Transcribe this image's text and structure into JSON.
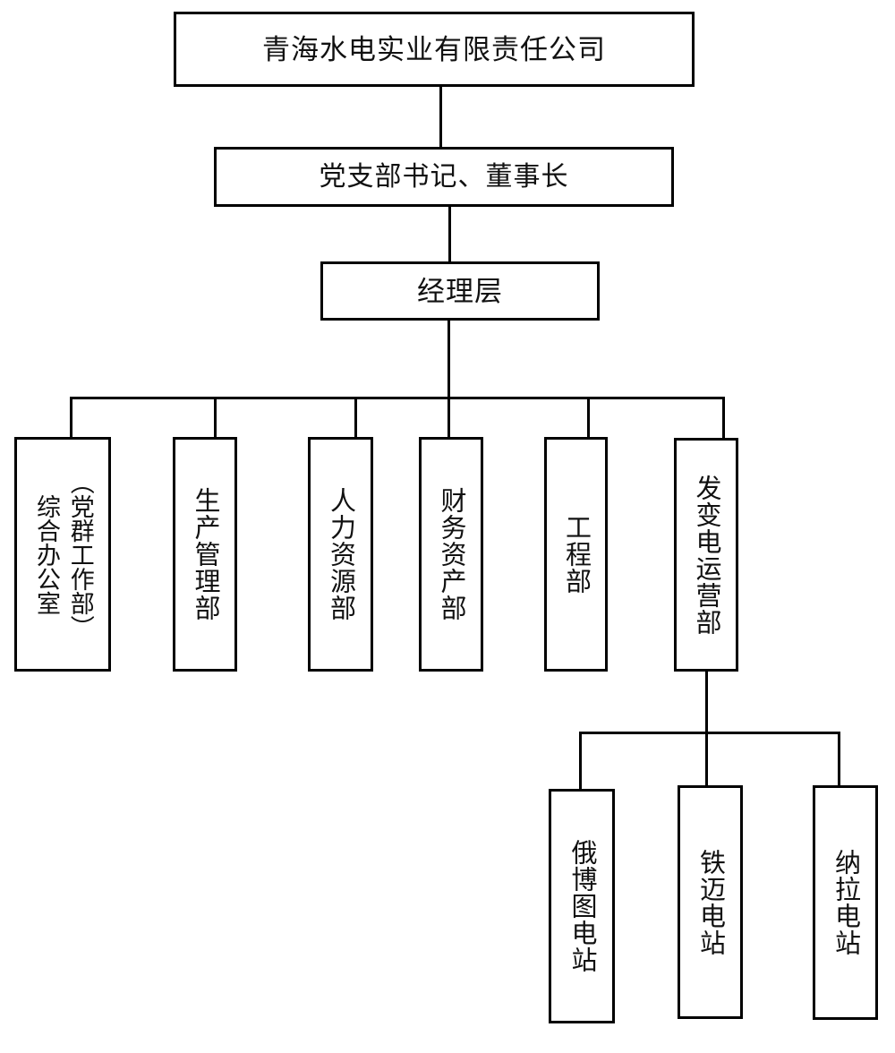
{
  "org_chart": {
    "root": {
      "label": "青海水电实业有限责任公司"
    },
    "level2": {
      "label": "党支部书记、董事长"
    },
    "level3": {
      "label": "经理层"
    },
    "departments": [
      {
        "label": "综合办公室\n（党群工作部）"
      },
      {
        "label": "生产管理部"
      },
      {
        "label": "人力资源部"
      },
      {
        "label": "财务资产部"
      },
      {
        "label": "工程部"
      },
      {
        "label": "发变电运营部"
      }
    ],
    "stations": [
      {
        "label": "俄博图电站"
      },
      {
        "label": "铁迈电站"
      },
      {
        "label": "纳拉电站"
      }
    ],
    "colors": {
      "line": "#000000",
      "background": "#ffffff",
      "text": "#111111"
    }
  }
}
